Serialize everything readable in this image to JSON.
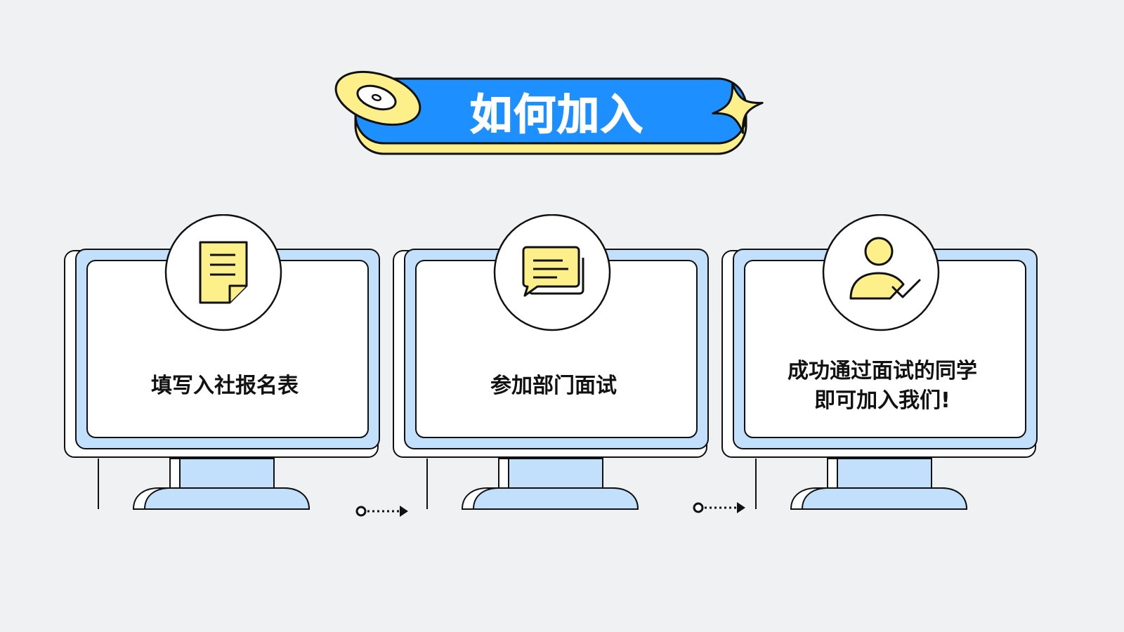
{
  "title": "如何加入",
  "steps": [
    {
      "id": "fill-form",
      "icon": "document-icon",
      "lines": [
        "填写入社报名表"
      ]
    },
    {
      "id": "interview",
      "icon": "chat-bubble-icon",
      "lines": [
        "参加部门面试"
      ]
    },
    {
      "id": "join",
      "icon": "user-check-icon",
      "lines": [
        "成功通过面试的同学",
        "即可加入我们!"
      ]
    }
  ],
  "colors": {
    "background": "#f0f1f3",
    "banner_blue": "#1e8fff",
    "accent_yellow": "#fdf08a",
    "screen_blue": "#c2dffb",
    "outline": "#111111",
    "white": "#ffffff"
  }
}
